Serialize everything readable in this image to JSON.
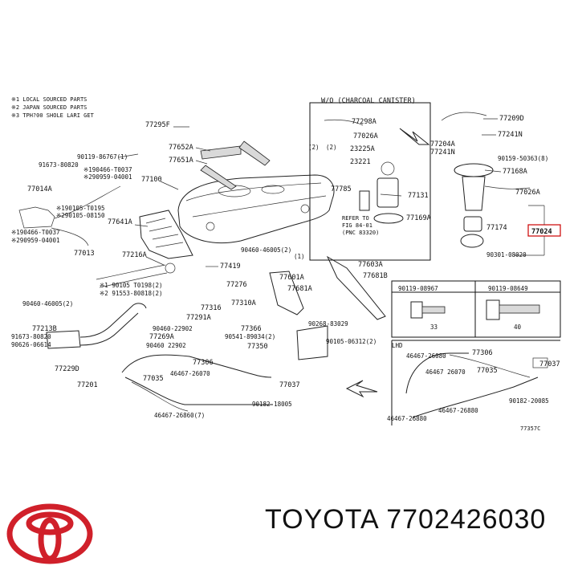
{
  "legend": [
    "※1 LOCAL SOURCED PARTS",
    "※2 JAPAN SOURCED PARTS",
    "※3 TPH?00 SHOLE LARI GET"
  ],
  "charcoal_label": "W/O (CHARCOAL CANISTER)",
  "refer_note": [
    "REFER TO",
    "FIG 84-01",
    "(PNC 83320)"
  ],
  "lhd_label": "LHD",
  "bolt_headers": [
    "90119-08967",
    "90119-08649"
  ],
  "bolt_dims": [
    "33",
    "40"
  ],
  "highlight_part": "77024",
  "figure_code": "77357C",
  "parts": {
    "p77295f": "77295F",
    "p90119_86767": "90119-86767(1)",
    "p77652a": "77652A",
    "p77651a": "77651A",
    "p91673": "91673-80820",
    "p90466": "※190466-T0037",
    "p90959": "※290959-04001",
    "p77100": "77100",
    "p77014a": "77014A",
    "p90105a": "※190105-T0195",
    "p90105b": "※290105-08150",
    "p77641a": "77641A",
    "p90466b": "※190466-T0037",
    "p90959b": "※290959-04001",
    "p77013": "77013",
    "p77216a": "77216A",
    "p90105c": "※1 90105 T0198(2)",
    "p91553": "※2 91553-80818(2)",
    "p90460_46005": "90460-46005(2)",
    "p77213b": "77213B",
    "p91673b": "91673-80820",
    "p90626": "90626-06614",
    "p77229d": "77229D",
    "p77201": "77201",
    "p77419": "77419",
    "p77276": "77276",
    "p77316": "77316",
    "p77310a": "77310A",
    "p77291a": "77291A",
    "p90460_22902a": "90460-22902",
    "p77269a": "77269A",
    "p90460_22902b": "90460 22902",
    "p77306a": "77306",
    "p77035a": "77035",
    "p46467a": "46467-26070",
    "p77037a": "77037",
    "p90182a": "90182-18005",
    "p46467b": "46467-26860(7)",
    "p90460_46005b": "90460-46005(2)",
    "p1_4": "(1)",
    "p77601a": "77601A",
    "p77681a": "77681A",
    "p77603a": "77603A",
    "p77681b": "77681B",
    "p77366": "77366",
    "p90268": "90268-83029",
    "p90541": "90541-89034(2)",
    "p77350": "77350",
    "p90105d": "90105-06312(2)",
    "p77298a": "77298A",
    "p77026a": "77026A",
    "p232225a": "23225A",
    "p23221": "23221",
    "p77785": "77785",
    "p77131": "77131",
    "p77169a": "77169A",
    "p77209d": "77209D",
    "p77241n_a": "77241N",
    "p77204a": "77204A",
    "p77241n_b": "77241N",
    "p90159": "90159-50363(8)",
    "p77168a": "77168A",
    "p77026a_b": "77026A",
    "p77174": "77174",
    "p90301": "90301-08020",
    "p46467c": "46467-26080",
    "p77306b": "77306",
    "p46467d": "46467 26070",
    "p77035b": "77035",
    "p77037b": "77037",
    "p90182b": "90182-20085",
    "p46467e": "46467-26880",
    "p46467f": "46467-26880",
    "p_2a": "(2)",
    "p_2b": "(2)"
  },
  "brand": {
    "caption": "TOYOTA 7702426030",
    "logo_color": "#d0202a"
  }
}
